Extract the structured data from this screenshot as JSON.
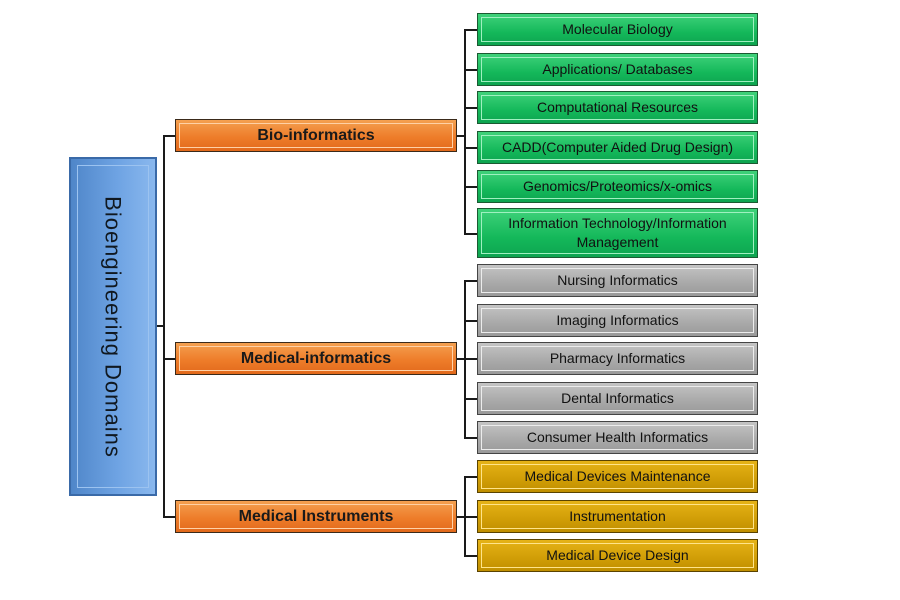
{
  "root": {
    "label": "Bioengineering Domains"
  },
  "branches": [
    {
      "label": "Bio-informatics",
      "color": "#ee7d2a",
      "leaves": [
        "Molecular Biology",
        "Applications/ Databases",
        "Computational Resources",
        "CADD(Computer Aided Drug Design)",
        "Genomics/Proteomics/x-omics",
        "Information Technology/Information Management"
      ]
    },
    {
      "label": "Medical-informatics",
      "color": "#ee7d2a",
      "leaves": [
        "Nursing Informatics",
        "Imaging Informatics",
        "Pharmacy Informatics",
        "Dental Informatics",
        "Consumer Health Informatics"
      ]
    },
    {
      "label": "Medical Instruments",
      "color": "#ee7d2a",
      "leaves": [
        "Medical Devices Maintenance",
        "Instrumentation",
        "Medical Device Design"
      ]
    }
  ],
  "colors": {
    "bio_leaf": "#14b85a",
    "med_leaf": "#a8a8a8",
    "instr_leaf": "#d09d06"
  }
}
